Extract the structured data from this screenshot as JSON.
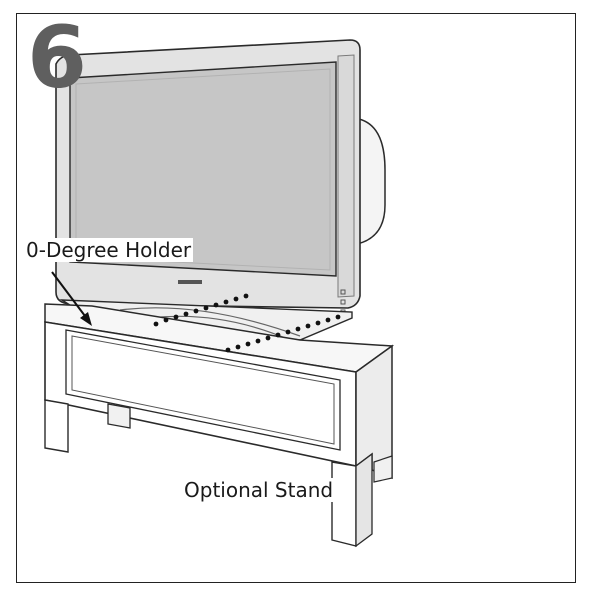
{
  "figure": {
    "step_number": "6",
    "labels": {
      "holder": "0-Degree Holder",
      "stand": "Optional Stand"
    },
    "colors": {
      "outline": "#2a2a2a",
      "screen": "#c6c6c6",
      "bezel": "#e3e3e3",
      "step_number": "#5f5f5f"
    }
  }
}
